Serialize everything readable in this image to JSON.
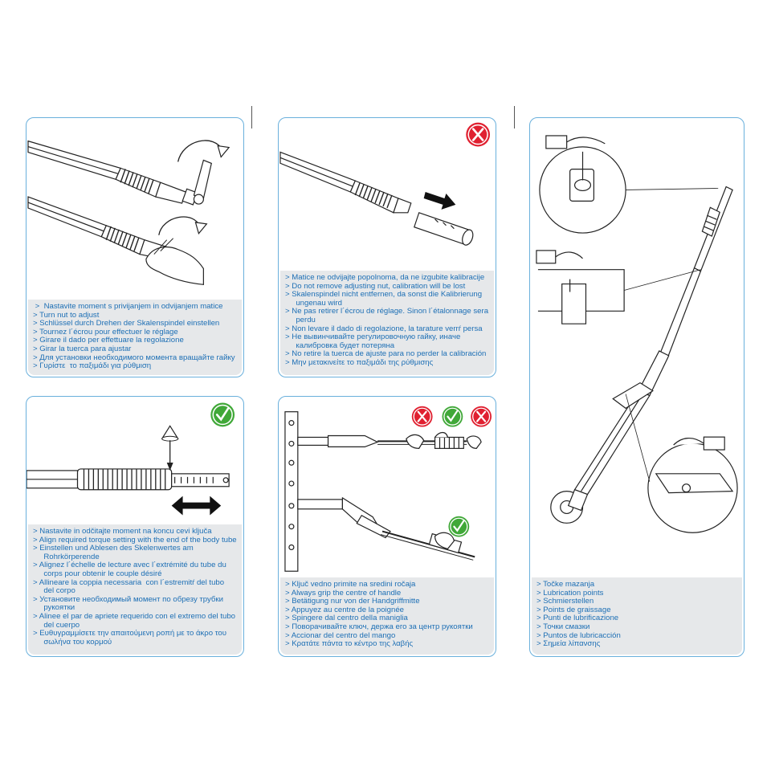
{
  "panels": {
    "p1": {
      "lines": [
        " >  Nastavite moment s privijanjem in odvijanjem matice",
        "> Turn nut to adjust",
        "> Schlüssel durch Drehen der Skalenspindel einstellen",
        "> Tournez l´écrou pour effectuer le réglage",
        "> Girare il dado per effettuare la regolazione",
        "> Girar la tuerca para ajustar",
        "> Для установки необходимого момента вращайте гайку",
        "> Γυρίστε  το παξιμάδι για ρύθμιση"
      ]
    },
    "p2": {
      "lines": [
        "> Matice ne odvijajte popolnoma, da ne izgubite kalibracije",
        "> Do not remove adjusting nut, calibration will be lost",
        "> Skalenspindel nicht entfernen, da sonst die Kalibrierung",
        "     ungenau wird",
        "> Ne pas retirer l´écrou de réglage. Sinon l´étalonnage sera",
        "     perdu",
        "> Non levare il dado di regolazione, la tarature verrŕ persa",
        "> Не вывинчивайте регулировочную гайку, иначе",
        "     калибровка будет потеряна",
        "> No retire la tuerca de ajuste para no perder la calibración",
        "> Μην μετακινείτε το παξιμάδι της ρύθμισης"
      ]
    },
    "p3": {
      "lines": [
        "> Nastavite in odčitajte moment na koncu cevi ključa",
        "> Align required torque setting with the end of the body tube",
        "> Einstellen und Ablesen des Skelenwertes am",
        "     Rohrkörperende",
        "> Alignez l´échelle de lecture avec l´extrémité du tube du",
        "     corps pour obtenir le couple désiré",
        "> Allineare la coppia necessaria  con l´estremitŕ del tubo",
        "     del corpo",
        "> Установите необходимый момент по обрезу трубки",
        "     рукоятки",
        "> Alinee el par de apriete requerido con el extremo del tubo",
        "     del cuerpo",
        "> Ευθυγραμμίσετε την απαιτούμενη ροπή με το άκρο του",
        "     σωλήνα του κορμού"
      ]
    },
    "p4": {
      "lines": [
        "> Ključ vedno primite na sredini ročaja",
        "> Always grip the centre of handle",
        "> Betätigung nur von der Handgriffmitte",
        "> Appuyez au centre de la poignée",
        "> Spingere dal centro della maniglia",
        "> Поворачивайте ключ, держа его за центр рукоятки",
        "> Accionar del centro del mango",
        "> Κρατάτε πάντα το κέντρο της λαβής"
      ]
    },
    "p5": {
      "lines": [
        "> Točke mazanja",
        "> Lubrication points",
        "> Schmierstellen",
        "> Points de graissage",
        "> Punti de lubrificazione",
        "> Точки смазки",
        "> Puntos de lubricacción",
        "> Σημεία λίπανσης"
      ]
    }
  },
  "colors": {
    "border": "#6ab0dc",
    "caption_bg": "#e6e8ea",
    "caption_text": "#1d6fb5",
    "wrong_badge": "#e02030",
    "correct_badge": "#40a838"
  },
  "icons": [
    "wrench-illustration",
    "wrong-badge-icon",
    "correct-badge-icon",
    "arrow-icon",
    "lubrication-oiler-icon"
  ]
}
